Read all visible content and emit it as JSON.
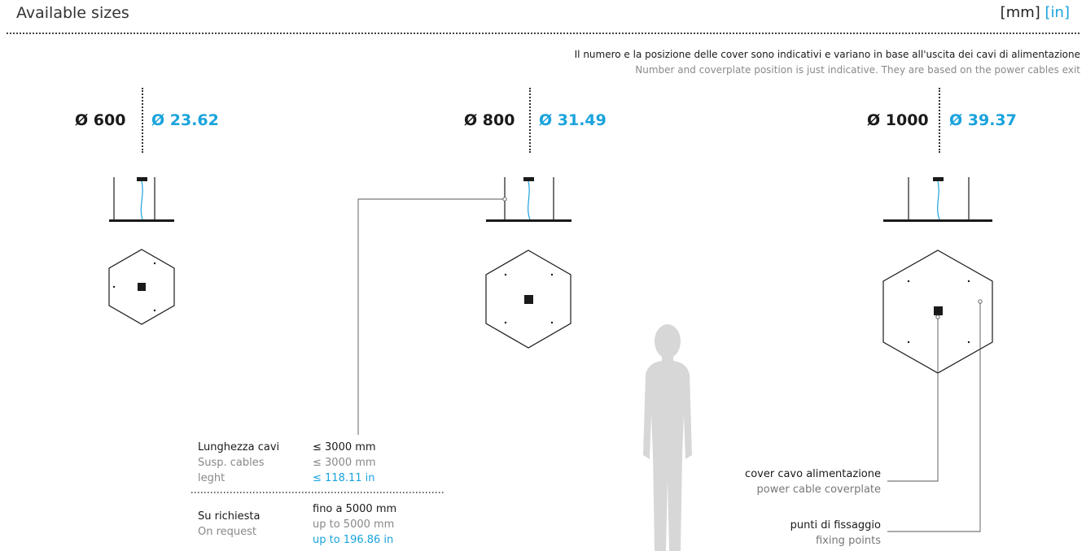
{
  "header": {
    "title": "Available sizes",
    "units_mm": "[mm]",
    "units_in": "[in]"
  },
  "note": {
    "italian": "Il numero e la posizione delle cover sono indicativi e variano in base all'uscita dei cavi di alimentazione",
    "english": "Number and coverplate position is just indicative. They are based on the power cables exit"
  },
  "sizes": [
    {
      "mm": "Ø 600",
      "inch": "Ø 23.62"
    },
    {
      "mm": "Ø 800",
      "inch": "Ø 31.49"
    },
    {
      "mm": "Ø 1000",
      "inch": "Ø 39.37"
    }
  ],
  "cables_table": {
    "row1": {
      "label_it": "Lunghezza cavi",
      "label_en1": "Susp. cables",
      "label_en2": "leght",
      "value_mm": "≤ 3000 mm",
      "value_mm_en": "≤ 3000 mm",
      "value_in": "≤ 118.11 in"
    },
    "row2": {
      "label_it": "Su richiesta",
      "label_en": "On request",
      "value_it": "fino a 5000 mm",
      "value_en": "up to 5000 mm",
      "value_in": "up to 196.86 in"
    }
  },
  "callouts": {
    "coverplate_it": "cover cavo alimentazione",
    "coverplate_en": "power cable coverplate",
    "fixing_it": "punti di fissaggio",
    "fixing_en": "fixing points"
  },
  "colors": {
    "accent_blue": "#1aa3dc",
    "text_dark": "#1a1a1a",
    "text_grey": "#888888",
    "silhouette": "#d7d7d7"
  }
}
